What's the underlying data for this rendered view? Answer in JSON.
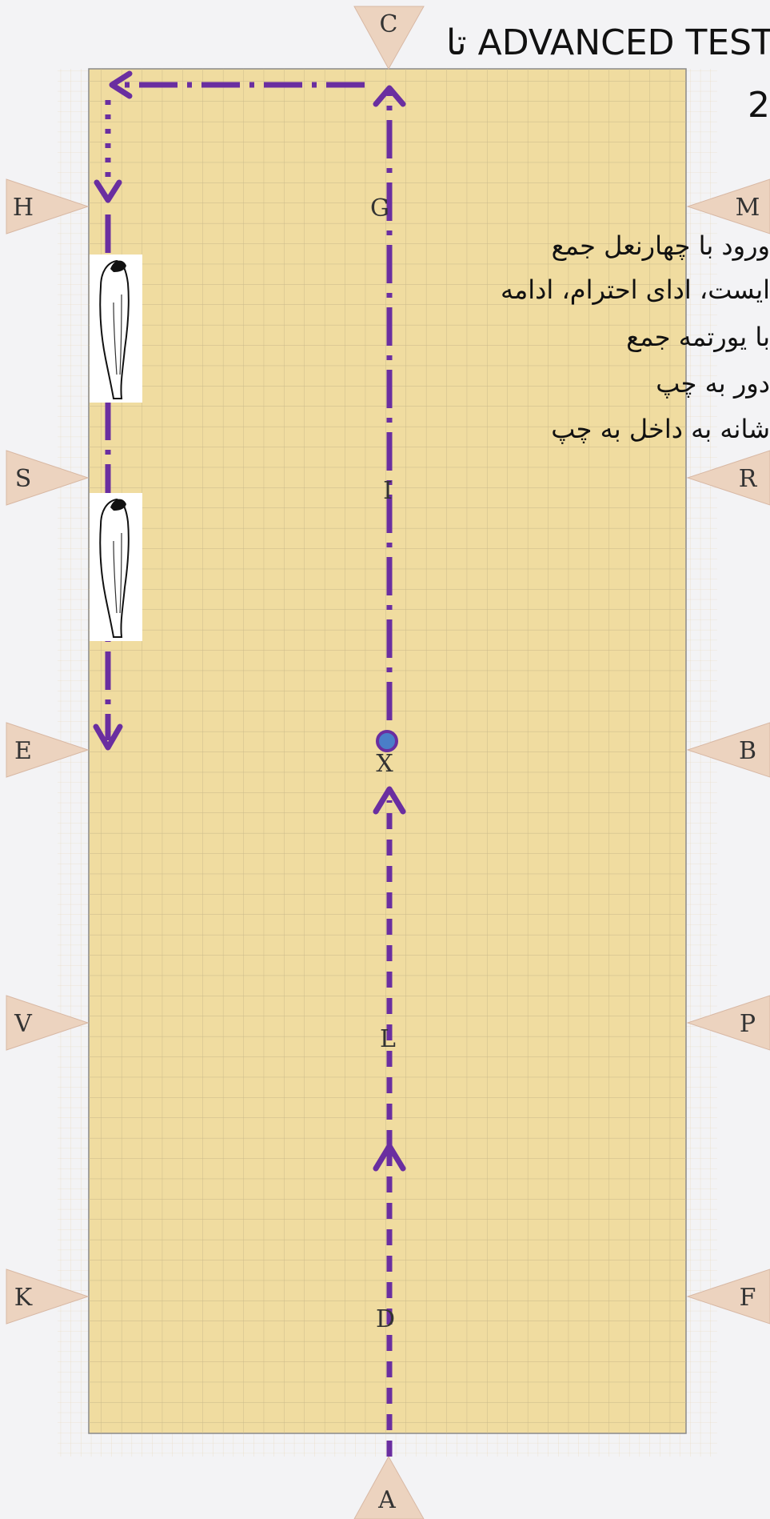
{
  "title": {
    "line1": "تا ADVANCED TEST",
    "line2": "2"
  },
  "instructions": [
    "ورود با چهارنعل جمع",
    "ایست، ادای احترام، ادامه",
    "با یورتمه جمع",
    "دور به چپ",
    "شانه به داخل به چپ"
  ],
  "markers": {
    "ends": [
      "C",
      "A"
    ],
    "left_side": [
      "H",
      "S",
      "E",
      "V",
      "K"
    ],
    "right_side": [
      "M",
      "R",
      "B",
      "P",
      "F"
    ],
    "centerline": [
      "G",
      "I",
      "X",
      "L",
      "D"
    ]
  },
  "colors": {
    "arena_fill": "#f0dca0",
    "grid_line": "#c9b98a",
    "path": "#6a2ea0",
    "marker_fill": "#ecd3bf",
    "x_dot": "#4a7ec8"
  },
  "icons": {
    "rider": "rider-horse-icon"
  }
}
